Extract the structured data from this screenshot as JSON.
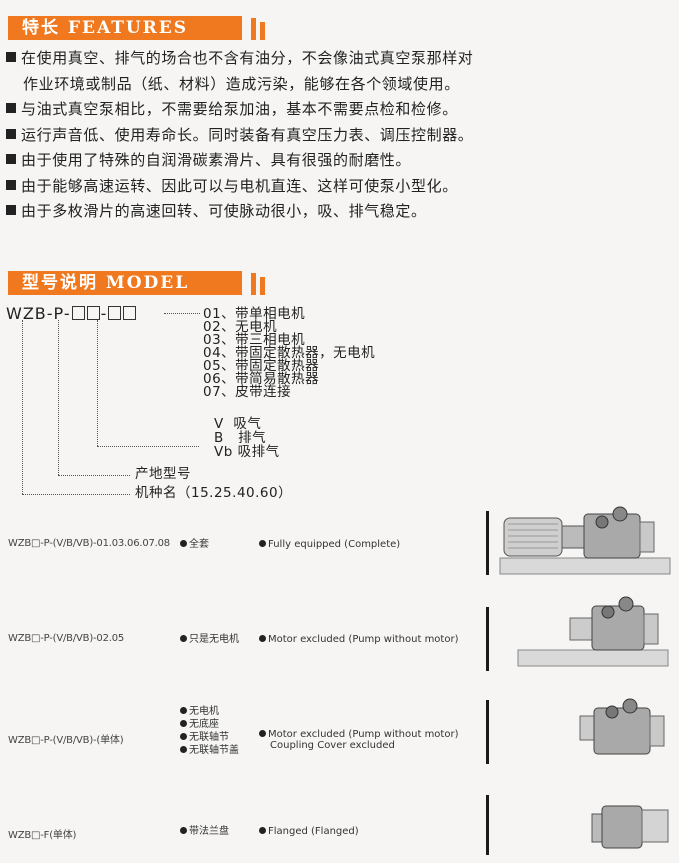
{
  "features": {
    "title": "特长 FEATURES",
    "items": [
      {
        "line1": "在使用真空、排气的场合也不含有油分，不会像油式真空泵那样对",
        "line2": "作业环境或制品（纸、材料）造成污染，能够在各个领域使用。"
      },
      {
        "line1": "与油式真空泵相比，不需要给泵加油，基本不需要点检和检修。"
      },
      {
        "line1": "运行声音低、使用寿命长。同时装备有真空压力表、调压控制器。"
      },
      {
        "line1": "由于使用了特殊的自润滑碳素滑片、具有很强的耐磨性。"
      },
      {
        "line1": "由于能够高速运转、因此可以与电机直连、这样可使泵小型化。"
      },
      {
        "line1": "由于多枚滑片的高速回转、可使脉动很小，吸、排气稳定。"
      }
    ]
  },
  "model": {
    "title": "型号说明 MODEL",
    "code_prefix": "WZB-P-",
    "code_sep": "-",
    "motor_options": [
      "01、带单相电机",
      "02、无电机",
      "03、带三相电机",
      "04、带固定散热器，无电机",
      "05、带固定散热器",
      "06、带简易散热器",
      "07、皮带连接"
    ],
    "port_options": [
      {
        "code": "V",
        "label": "吸气"
      },
      {
        "code": "B",
        "label": "排气"
      },
      {
        "code": "Vb",
        "label": "吸排气"
      }
    ],
    "origin_label": "产地型号",
    "series_label": "机种名（15.25.40.60）"
  },
  "configurations": [
    {
      "model": "WZB□-P-(V/B/VB)-01.03.06.07.08",
      "cn": [
        "全套"
      ],
      "en": [
        "Fully equipped (Complete)"
      ]
    },
    {
      "model": "WZB□-P-(V/B/VB)-02.05",
      "cn": [
        "只是无电机"
      ],
      "en": [
        "Motor  excluded (Pump  without motor)"
      ]
    },
    {
      "model": "WZB□-P-(V/B/VB)-(单体)",
      "cn": [
        "无电机",
        "无底座",
        "无联轴节",
        "无联轴节盖"
      ],
      "en": [
        "Motor excluded (Pump without motor)",
        "Coupling Cover excluded"
      ]
    },
    {
      "model": "WZB□-F(单体)",
      "cn": [
        "带法兰盘"
      ],
      "en": [
        "Flanged        (Flanged)"
      ]
    }
  ]
}
